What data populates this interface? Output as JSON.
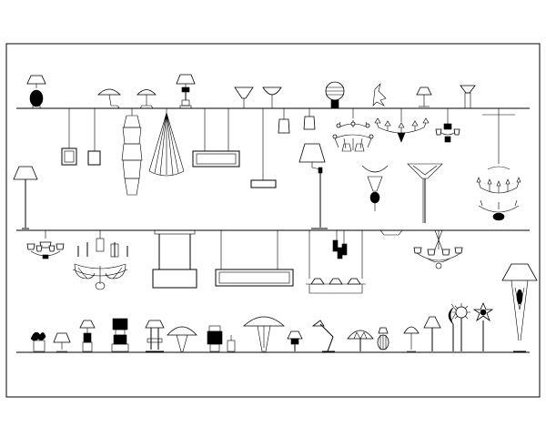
{
  "drawing": {
    "background": "#ffffff",
    "stroke_color": "#000000",
    "rows": [
      "table-lamps-and-wall-lights",
      "ceiling-pendants-and-chandeliers",
      "floor-and-desk-lamps"
    ]
  }
}
